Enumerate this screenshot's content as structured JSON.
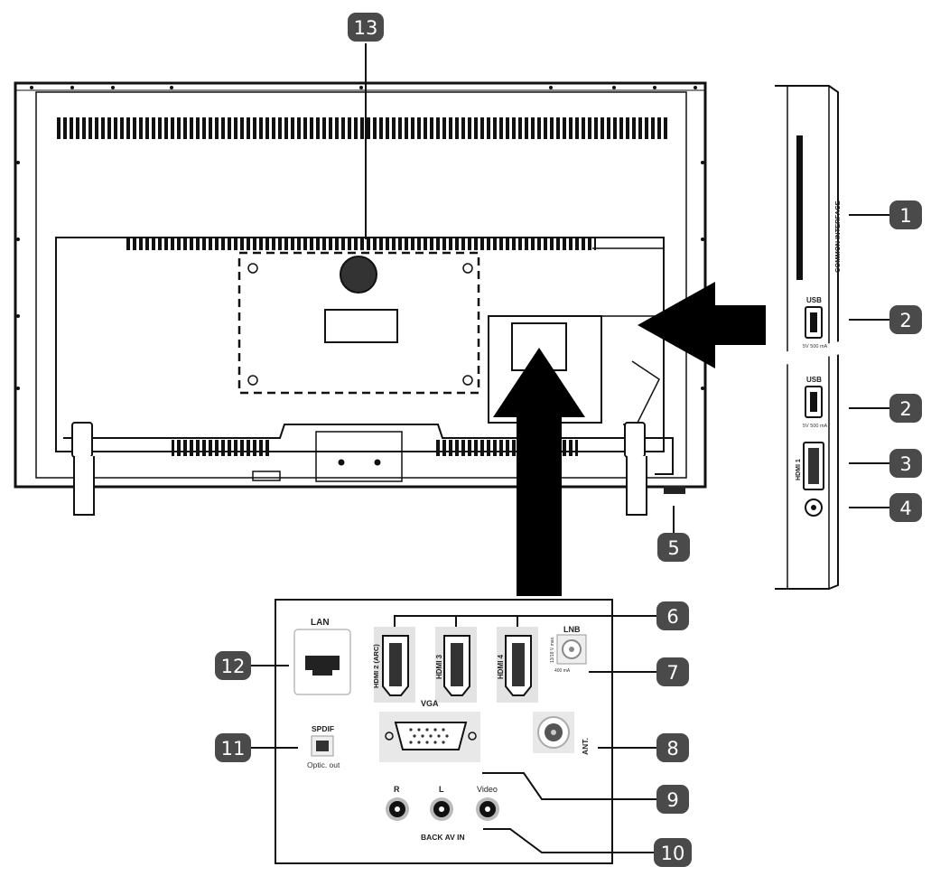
{
  "callouts": [
    "1",
    "2",
    "2",
    "3",
    "4",
    "5",
    "6",
    "7",
    "8",
    "9",
    "10",
    "11",
    "12",
    "13"
  ],
  "side_panel": {
    "common_interface": "COMMON INTERFACE",
    "usb_top": "USB",
    "usb_top_sub": "5V  500 mA",
    "usb_bottom": "USB",
    "usb_bottom_sub": "5V  500 mA",
    "hdmi1": "HDMI 1"
  },
  "connector_panel": {
    "lan": "LAN",
    "hdmi2": "HDMI 2 (ARC)",
    "hdmi3": "HDMI 3",
    "hdmi4": "HDMI 4",
    "lnb": "LNB",
    "lnb_sub1": "13/18 V max.",
    "lnb_sub2": "400 mA",
    "spdif": "SPDIF",
    "optic_out": "Optic. out",
    "vga": "VGA",
    "ant": "ANT.",
    "audio_r": "R",
    "audio_l": "L",
    "video": "Video",
    "back_av_in": "BACK AV IN"
  }
}
